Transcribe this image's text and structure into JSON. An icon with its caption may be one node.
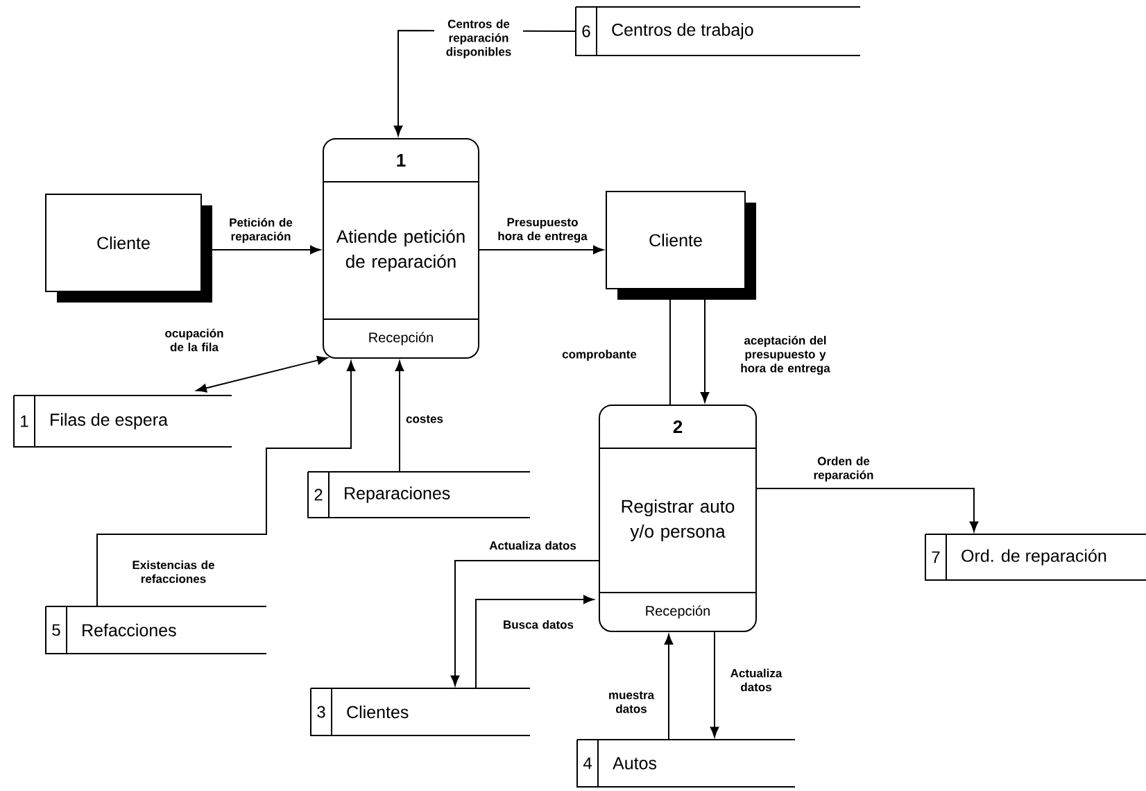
{
  "diagram": {
    "nodes": [
      {
        "text": [
          "Cliente"
        ]
      },
      {
        "text": [
          "1",
          "Atiende petición de reparación",
          "Recepción"
        ]
      },
      {
        "text": [
          "Cliente"
        ]
      },
      {
        "text": [
          "6",
          "Centros de trabajo"
        ]
      },
      {
        "text": [
          "1",
          "Filas de espera"
        ]
      },
      {
        "text": [
          "2",
          "Reparaciones"
        ]
      },
      {
        "text": [
          "2",
          "Registrar auto y/o persona",
          "Recepción"
        ]
      },
      {
        "text": [
          "5",
          "Refacciones"
        ]
      },
      {
        "text": [
          "3",
          "Clientes"
        ]
      },
      {
        "text": [
          "7",
          "Ord. de reparación"
        ]
      },
      {
        "text": [
          "4",
          "Autos"
        ]
      }
    ],
    "edges": [
      {
        "from": 3,
        "to": 1,
        "arrow": "to",
        "label": "Centros de reparación disponibles"
      },
      {
        "from": 0,
        "to": 1,
        "arrow": "to",
        "label": "Petición de reparación"
      },
      {
        "from": 1,
        "to": 2,
        "arrow": "to",
        "label": "Presupuesto hora de entrega"
      },
      {
        "from": 1,
        "to": 4,
        "arrow": "both",
        "label": "ocupación de la fila"
      },
      {
        "from": 5,
        "to": 1,
        "arrow": "to",
        "label": "costes"
      },
      {
        "from": 7,
        "to": 1,
        "arrow": "to",
        "label": "Existencias de refacciones"
      },
      {
        "from": 2,
        "to": 6,
        "arrow": "none",
        "label": "comprobante"
      },
      {
        "from": 2,
        "to": 6,
        "arrow": "to",
        "label": "aceptación del presupuesto y hora de entrega"
      },
      {
        "from": 6,
        "to": 9,
        "arrow": "to",
        "label": "Orden de reparación"
      },
      {
        "from": 6,
        "to": 8,
        "arrow": "to",
        "label": "Actualiza datos"
      },
      {
        "from": 8,
        "to": 6,
        "arrow": "to",
        "label": "Busca datos"
      },
      {
        "from": 10,
        "to": 6,
        "arrow": "to",
        "label": "muestra datos"
      },
      {
        "from": 6,
        "to": 10,
        "arrow": "to",
        "label": "Actualiza datos"
      }
    ]
  }
}
